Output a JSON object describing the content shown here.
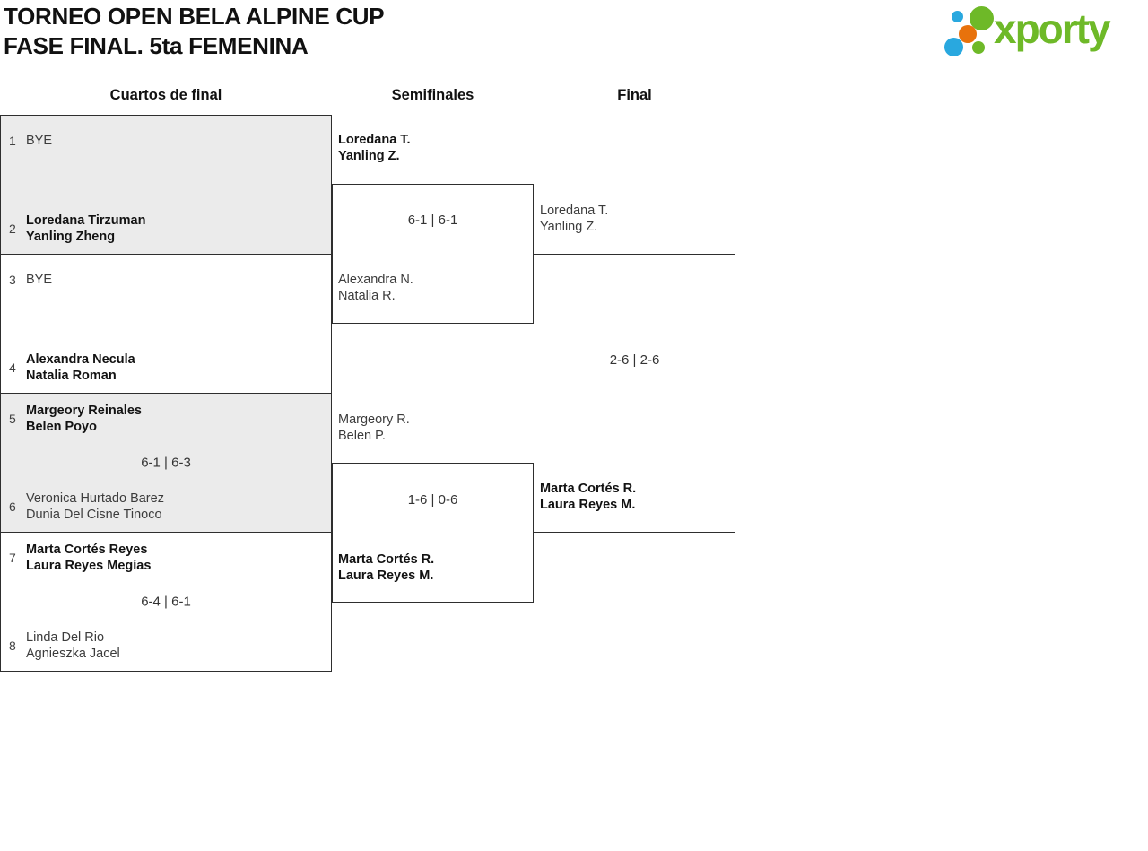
{
  "header": {
    "title_line1": "TORNEO OPEN BELA ALPINE CUP",
    "title_line2": "FASE FINAL. 5ta FEMENINA",
    "logo_text": "xporty"
  },
  "colors": {
    "logo_green": "#6eb928",
    "logo_blue": "#29a8df",
    "logo_orange": "#e8720c",
    "bracket_border": "#2e2e2e",
    "shaded_match_bg": "#ebebeb"
  },
  "rounds": [
    {
      "label": "Cuartos de final"
    },
    {
      "label": "Semifinales"
    },
    {
      "label": "Final"
    }
  ],
  "quarterfinals": [
    {
      "seed_top": "1",
      "team_top": {
        "line1": "BYE",
        "line2": ""
      },
      "seed_bottom": "2",
      "team_bottom": {
        "line1": "Loredana Tirzuman",
        "line2": "Yanling Zheng"
      },
      "score": ""
    },
    {
      "seed_top": "3",
      "team_top": {
        "line1": "BYE",
        "line2": ""
      },
      "seed_bottom": "4",
      "team_bottom": {
        "line1": "Alexandra Necula",
        "line2": "Natalia Roman"
      },
      "score": ""
    },
    {
      "seed_top": "5",
      "team_top": {
        "line1": "Margeory Reinales",
        "line2": "Belen Poyo"
      },
      "seed_bottom": "6",
      "team_bottom": {
        "line1": "Veronica Hurtado Barez",
        "line2": "Dunia Del Cisne Tinoco"
      },
      "score": "6-1 | 6-3"
    },
    {
      "seed_top": "7",
      "team_top": {
        "line1": "Marta Cortés Reyes",
        "line2": "Laura Reyes Megías"
      },
      "seed_bottom": "8",
      "team_bottom": {
        "line1": "Linda Del Rio",
        "line2": "Agnieszka Jacel"
      },
      "score": "6-4 | 6-1"
    }
  ],
  "semifinals": [
    {
      "team_top": {
        "line1": "Loredana T.",
        "line2": "Yanling Z."
      },
      "team_bottom": {
        "line1": "Alexandra N.",
        "line2": "Natalia R."
      },
      "score": "6-1 | 6-1"
    },
    {
      "team_top": {
        "line1": "Margeory R.",
        "line2": "Belen P."
      },
      "team_bottom": {
        "line1": "Marta Cortés R.",
        "line2": "Laura Reyes M."
      },
      "score": "1-6 | 0-6"
    }
  ],
  "final": {
    "team_top": {
      "line1": "Loredana T.",
      "line2": "Yanling Z."
    },
    "team_bottom": {
      "line1": "Marta Cortés R.",
      "line2": "Laura Reyes M."
    },
    "score": "2-6 | 2-6"
  }
}
